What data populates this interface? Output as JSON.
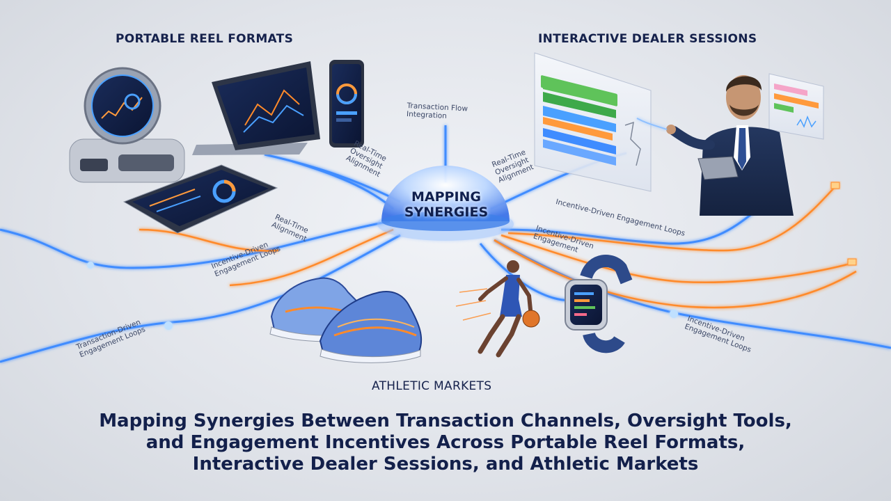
{
  "sections": {
    "portable": "PORTABLE REEL FORMATS",
    "dealer": "INTERACTIVE DEALER SESSIONS",
    "athletic": "ATHLETIC MARKETS"
  },
  "hub": {
    "line1": "MAPPING",
    "line2": "SYNERGIES"
  },
  "flow_labels": {
    "transaction_flow_1": "Transaction Flow",
    "transaction_flow_2": "Integration",
    "oversight_left_1": "Real-Time",
    "oversight_left_2": "Oversight",
    "oversight_left_3": "Alignment",
    "oversight_right_1": "Real-Time",
    "oversight_right_2": "Oversight",
    "oversight_right_3": "Alignment",
    "realtime_small_1": "Real-Time",
    "realtime_small_2": "Alignment",
    "incentive_left_1": "Incentive-Driven",
    "incentive_left_2": "Engagement Loops",
    "transaction_left_1": "Transaction-Driven",
    "transaction_left_2": "Engagement Loops",
    "incentive_right_top": "Incentive-Driven Engagement Loops",
    "incentive_right_mid_1": "Incentive-Driven",
    "incentive_right_mid_2": "Engagement",
    "incentive_right_low_1": "Incentive-Driven",
    "incentive_right_low_2": "Engagement Loops"
  },
  "headline": {
    "line1": "Mapping Synergies Between Transaction Channels, Oversight Tools,",
    "line2": "and Engagement Incentives Across Portable Reel Formats,",
    "line3": "Interactive Dealer Sessions, and Athletic Markets"
  },
  "colors": {
    "blue_flow": "#3f8cff",
    "orange_flow": "#ff8a2a",
    "navy_text": "#14204a"
  }
}
